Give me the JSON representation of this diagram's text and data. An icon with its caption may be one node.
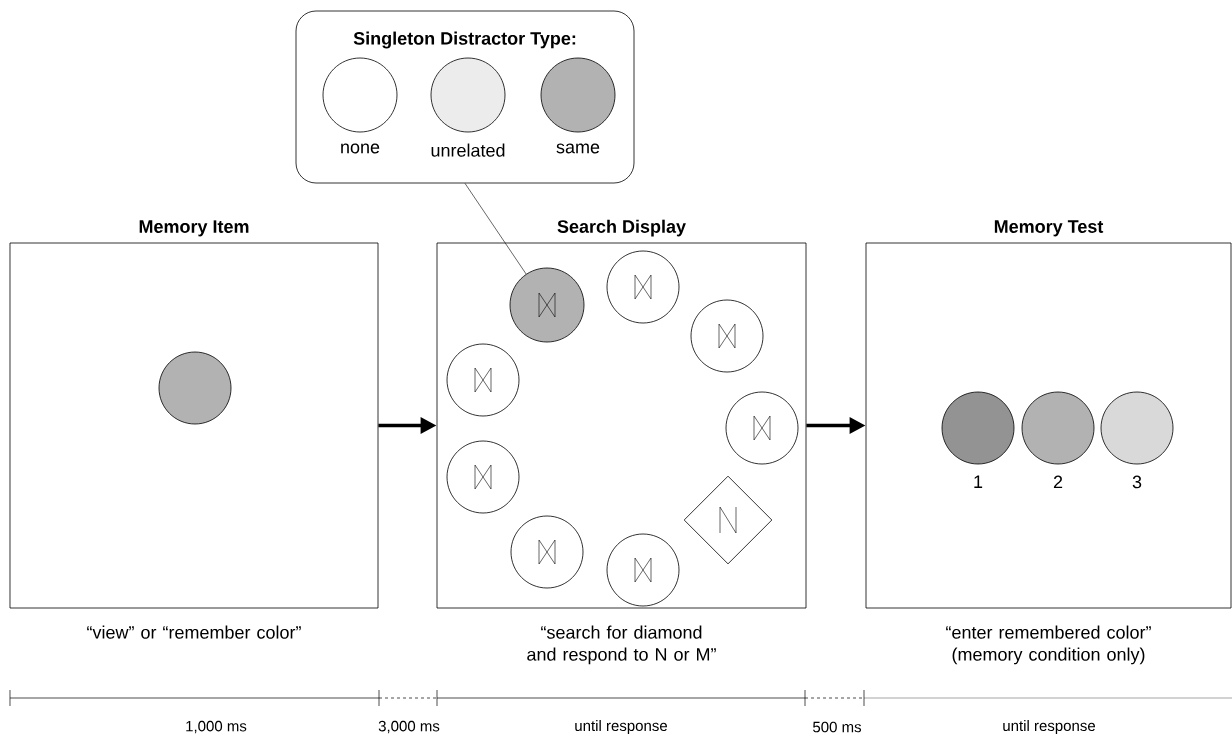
{
  "diagram": {
    "nodes": [
      {
        "text": [
          "Singleton Distractor Type:"
        ]
      },
      {
        "text": [],
        "shape": "circle",
        "in": 0,
        "beside": [
          "none"
        ]
      },
      {
        "text": [],
        "shape": "circle",
        "in": 0,
        "beside": [
          "unrelated"
        ]
      },
      {
        "text": [],
        "shape": "circle",
        "in": 0,
        "beside": [
          "same"
        ]
      },
      {
        "text": [
          "Memory Item"
        ],
        "beside": [
          "“view” or “remember color”"
        ]
      },
      {
        "text": [],
        "shape": "circle",
        "in": 4
      },
      {
        "text": [
          "Search Display"
        ],
        "beside": [
          "“search for diamond and respond to N or M”"
        ]
      },
      {
        "text": [],
        "shape": "circle",
        "in": 6
      },
      {
        "text": [],
        "shape": "circle",
        "in": 6
      },
      {
        "text": [],
        "shape": "circle",
        "in": 6
      },
      {
        "text": [],
        "shape": "circle",
        "in": 6
      },
      {
        "text": [],
        "shape": "circle",
        "in": 6
      },
      {
        "text": [],
        "shape": "circle",
        "in": 6
      },
      {
        "text": [],
        "shape": "diamond",
        "in": 6
      },
      {
        "text": [],
        "shape": "circle",
        "in": 6
      },
      {
        "text": [],
        "shape": "circle",
        "in": 6
      },
      {
        "text": [
          "Memory Test"
        ],
        "beside": [
          "“enter remembered color” (memory condition only)"
        ]
      },
      {
        "text": [],
        "shape": "circle",
        "in": 16,
        "beside": [
          "1"
        ]
      },
      {
        "text": [],
        "shape": "circle",
        "in": 16,
        "beside": [
          "2"
        ]
      },
      {
        "text": [],
        "shape": "circle",
        "in": 16,
        "beside": [
          "3"
        ]
      }
    ],
    "edges": [
      {
        "from": 0,
        "to": 7,
        "arrow": "none"
      },
      {
        "from": 4,
        "to": 6,
        "arrow": "to"
      },
      {
        "from": 6,
        "to": 16,
        "arrow": "to"
      }
    ],
    "labels": [
      "1,000 ms",
      "3,000 ms",
      "until response",
      "500 ms",
      "until response"
    ]
  }
}
